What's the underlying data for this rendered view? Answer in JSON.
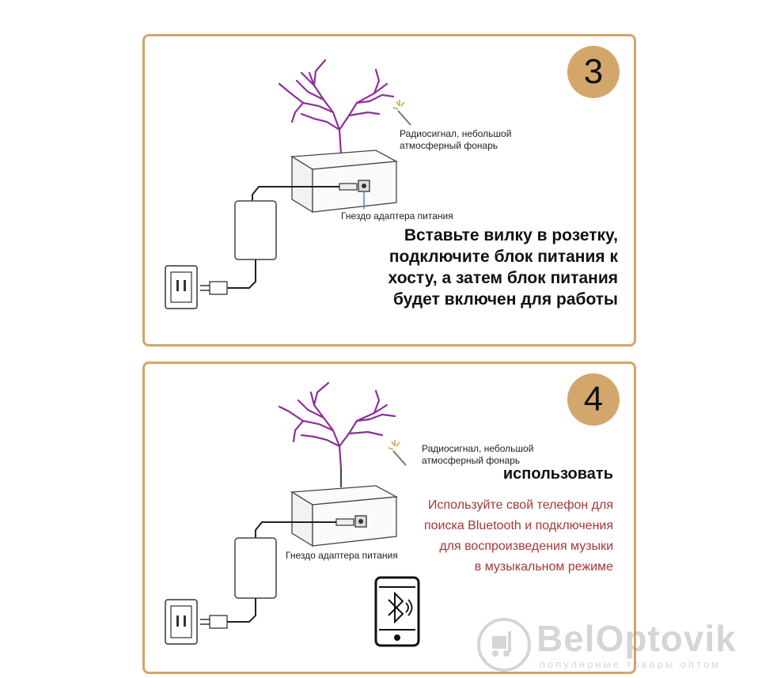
{
  "step3": {
    "number": "3",
    "coil_caption_line1": "Радиосигнал, небольшой",
    "coil_caption_line2": "атмосферный фонарь",
    "jack_label": "Гнездо адаптера питания",
    "instruction_lines": [
      "Вставьте вилку в розетку,",
      "подключите блок питания к",
      "хосту, а затем блок питания",
      "будет включен для работы"
    ]
  },
  "step4": {
    "number": "4",
    "coil_caption_line1": "Радиосигнал, небольшой",
    "coil_caption_line2": "атмосферный фонарь",
    "jack_label": "Гнездо адаптера питания",
    "title": "использовать",
    "instruction_lines": [
      "Используйте свой телефон для",
      "поиска Bluetooth и подключения",
      "для воспроизведения музыки",
      "в музыкальном режиме"
    ]
  },
  "watermark": {
    "brand": "BelOptovik",
    "tagline": "популярные товары оптом"
  },
  "colors": {
    "card_border": "#d4a56a",
    "badge": "#d3a76b",
    "spark": "#8e2f9a",
    "red_text": "#a83636"
  }
}
